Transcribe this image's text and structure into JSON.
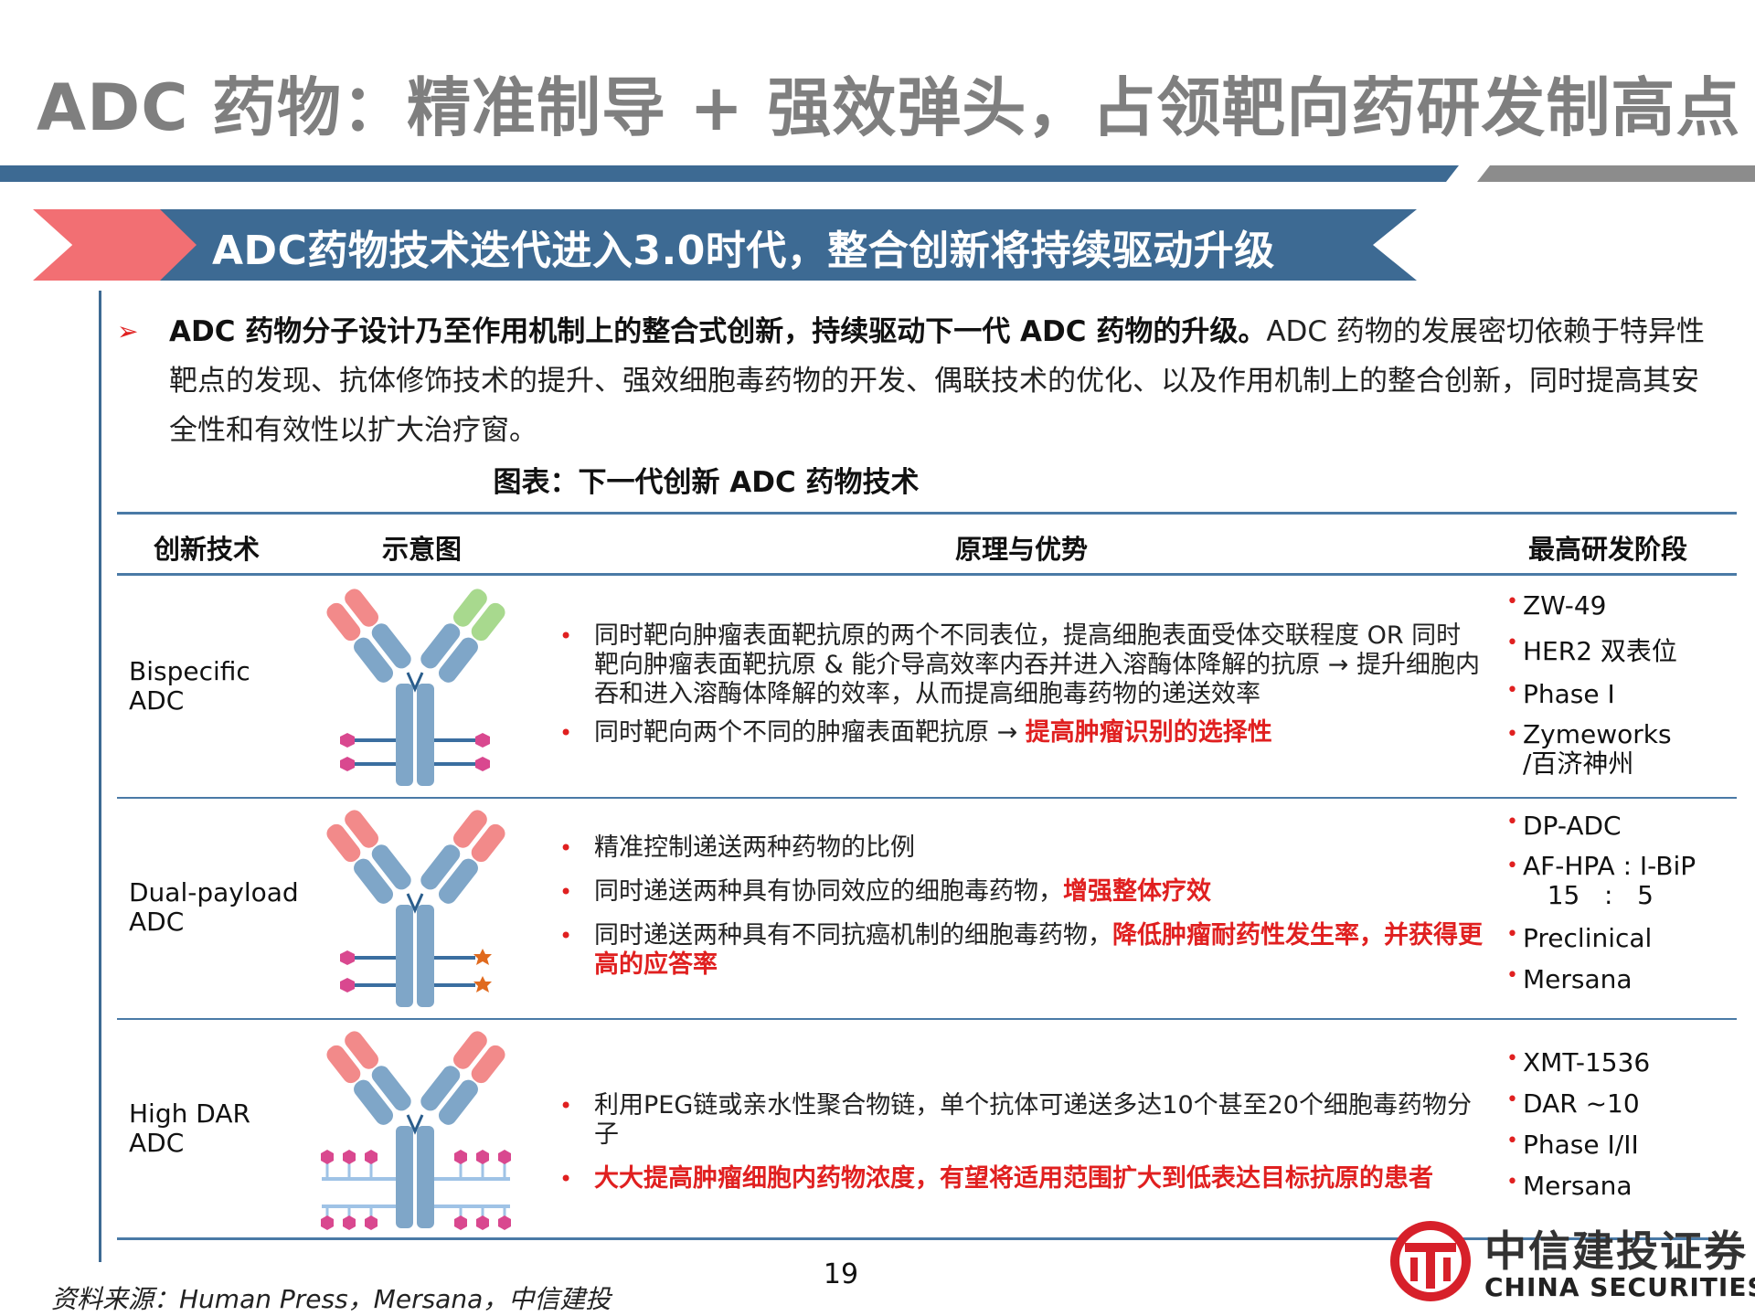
{
  "title": "ADC 药物：精准制导 + 强效弹头，占领靶向药研发制高点",
  "banner": "ADC药物技术迭代进入3.0时代，整合创新将持续驱动升级",
  "intro": {
    "bold": "ADC 药物分子设计乃至作用机制上的整合式创新，持续驱动下一代 ADC 药物的升级。",
    "normal": "ADC 药物的发展密切依赖于特异性靶点的发现、抗体修饰技术的提升、强效细胞毒药物的开发、偶联技术的优化、以及作用机制上的整合创新，同时提高其安全性和有效性以扩大治疗窗。"
  },
  "figure_title": "图表：下一代创新 ADC 药物技术",
  "table": {
    "headers": [
      "创新技术",
      "示意图",
      "原理与优势",
      "最高研发阶段"
    ],
    "rows": [
      {
        "tech": "Bispecific\nADC",
        "desc": [
          {
            "text": "同时靶向肿瘤表面靶抗原的两个不同表位，提高细胞表面受体交联程度 OR 同时靶向肿瘤表面靶抗原 & 能介导高效率内吞并进入溶酶体降解的抗原 → 提升细胞内吞和进入溶酶体降解的效率，从而提高细胞毒药物的递送效率",
            "red": ""
          },
          {
            "text": "同时靶向两个不同的肿瘤表面靶抗原 → ",
            "red": "提高肿瘤识别的选择性"
          }
        ],
        "stage": [
          "ZW-49",
          "HER2 双表位",
          "Phase I",
          "Zymeworks\n/百济神州"
        ]
      },
      {
        "tech": "Dual-payload\nADC",
        "desc": [
          {
            "text": "精准控制递送两种药物的比例",
            "red": ""
          },
          {
            "text": "同时递送两种具有协同效应的细胞毒药物，",
            "red": "增强整体疗效"
          },
          {
            "text": "同时递送两种具有不同抗癌机制的细胞毒药物，",
            "red": "降低肿瘤耐药性发生率，并获得更高的应答率"
          }
        ],
        "stage": [
          "DP-ADC",
          "AF-HPA : I-BiP\n   15   :   5",
          "Preclinical",
          "Mersana"
        ]
      },
      {
        "tech": "High DAR\nADC",
        "desc": [
          {
            "text": "利用PEG链或亲水性聚合物链，单个抗体可递送多达10个甚至20个细胞毒药物分子",
            "red": ""
          },
          {
            "text": "",
            "red": "大大提高肿瘤细胞内药物浓度，有望将适用范围扩大到低表达目标抗原的患者"
          }
        ],
        "stage": [
          "XMT-1536",
          "DAR ~10",
          "Phase I/II",
          "Mersana"
        ]
      }
    ]
  },
  "page_number": "19",
  "source": "资料来源：Human Press，Mersana，中信建投",
  "logo": {
    "cn": "中信建投证券",
    "en": "CHINA SECURITIES"
  },
  "colors": {
    "accent_blue": "#3d6a93",
    "accent_red": "#e02020",
    "banner_red": "#f26f73",
    "title_gray": "#7f7f7f"
  }
}
